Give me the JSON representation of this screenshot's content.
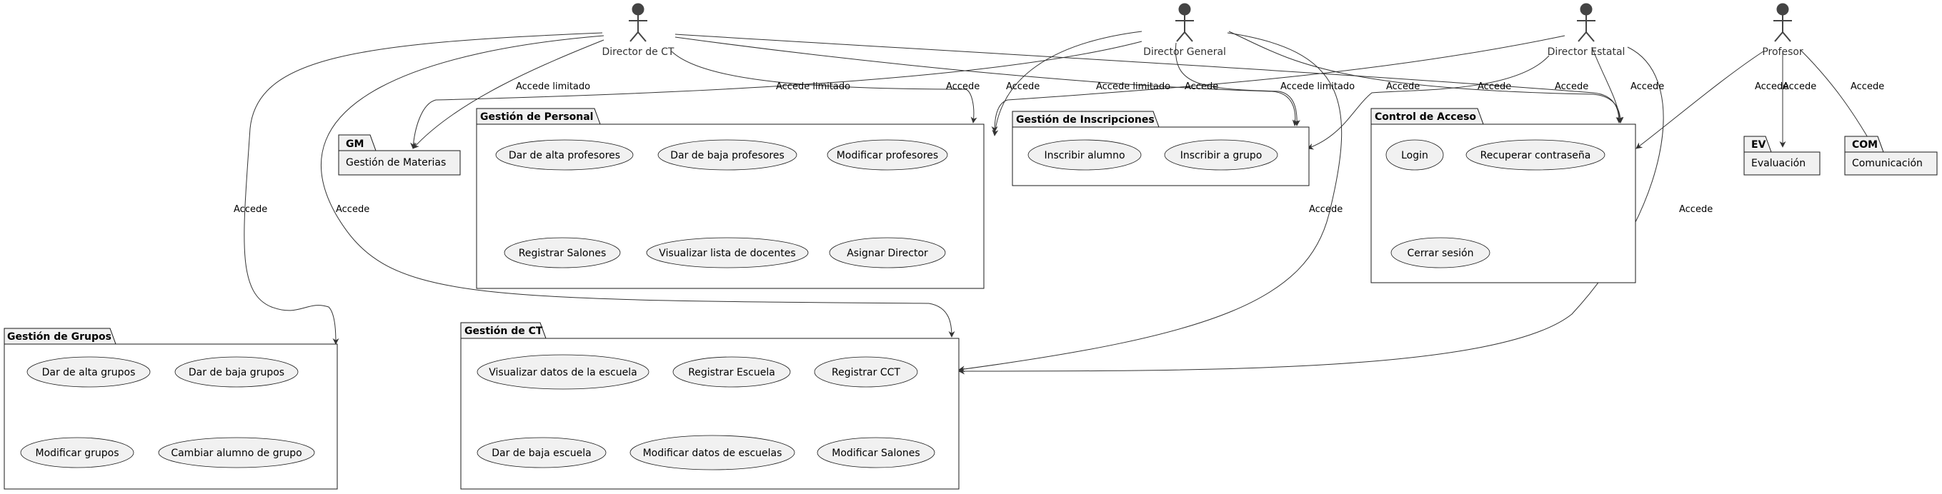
{
  "actors": {
    "director_ct": "Director de CT",
    "director_general": "Director General",
    "director_estatal": "Director Estatal",
    "profesor": "Profesor"
  },
  "packages": {
    "gm": {
      "title": "GM",
      "subtitle": "Gestión de Materias"
    },
    "personal": {
      "title": "Gestión de Personal",
      "use_cases": [
        "Dar de alta profesores",
        "Dar de baja profesores",
        "Modificar profesores",
        "Registrar Salones",
        "Visualizar lista de docentes",
        "Asignar Director"
      ]
    },
    "inscripciones": {
      "title": "Gestión de Inscripciones",
      "use_cases": [
        "Inscribir alumno",
        "Inscribir a grupo"
      ]
    },
    "acceso": {
      "title": "Control de Acceso",
      "use_cases": [
        "Login",
        "Recuperar contraseña",
        "Cerrar sesión"
      ]
    },
    "ev": {
      "title": "EV",
      "subtitle": "Evaluación"
    },
    "com": {
      "title": "COM",
      "subtitle": "Comunicación"
    },
    "grupos": {
      "title": "Gestión de Grupos",
      "use_cases": [
        "Dar de alta grupos",
        "Dar de baja grupos",
        "Modificar grupos",
        "Cambiar alumno de grupo"
      ]
    },
    "ct": {
      "title": "Gestión de CT",
      "use_cases": [
        "Visualizar datos de la escuela",
        "Registrar Escuela",
        "Registrar CCT",
        "Dar de baja escuela",
        "Modificar datos de escuelas",
        "Modificar Salones"
      ]
    }
  },
  "edge_labels": {
    "accede": "Accede",
    "accede_limitado": "Accede limitado"
  },
  "colors": {
    "package_fill": "#f1f1f1",
    "stroke": "#181818",
    "actor": "#444444"
  }
}
